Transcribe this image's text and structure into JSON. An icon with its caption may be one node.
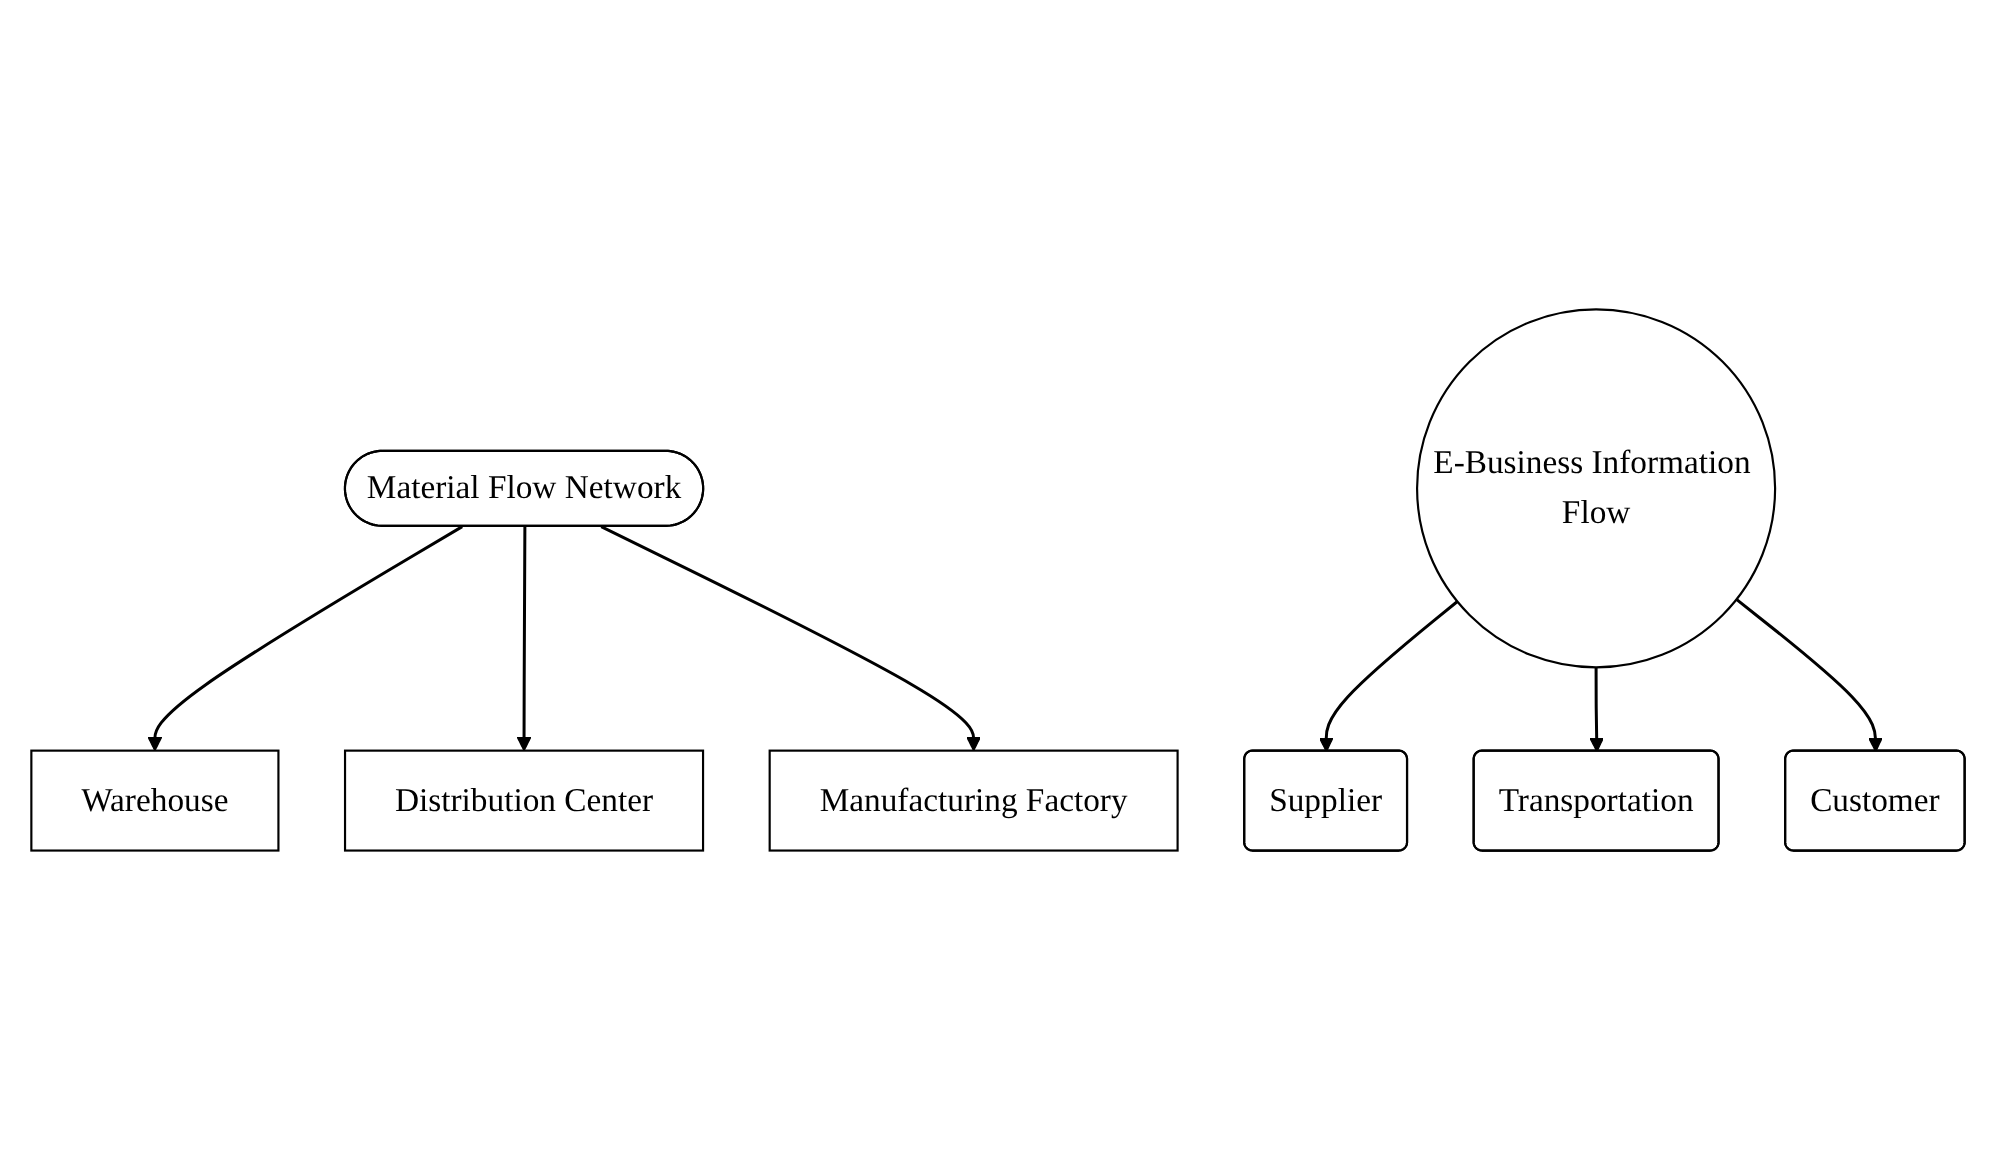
{
  "diagram": {
    "nodes": [
      {
        "text": [
          "Warehouse"
        ]
      },
      {
        "text": [
          "Distribution Center"
        ]
      },
      {
        "text": [
          "Material Flow Network"
        ]
      },
      {
        "text": [
          "Manufacturing Factory"
        ]
      },
      {
        "text": [
          "E-Business Information Flow"
        ]
      },
      {
        "text": [
          "Supplier"
        ]
      },
      {
        "text": [
          "Customer"
        ]
      },
      {
        "text": [
          "Transportation"
        ]
      }
    ],
    "edges": [
      {
        "from": 2,
        "to": 0,
        "arrow": "to"
      },
      {
        "from": 2,
        "to": 1,
        "arrow": "to"
      },
      {
        "from": 2,
        "to": 3,
        "arrow": "to"
      },
      {
        "from": 4,
        "to": 5,
        "arrow": "to"
      },
      {
        "from": 4,
        "to": 7,
        "arrow": "to"
      },
      {
        "from": 4,
        "to": 6,
        "arrow": "to"
      }
    ]
  }
}
